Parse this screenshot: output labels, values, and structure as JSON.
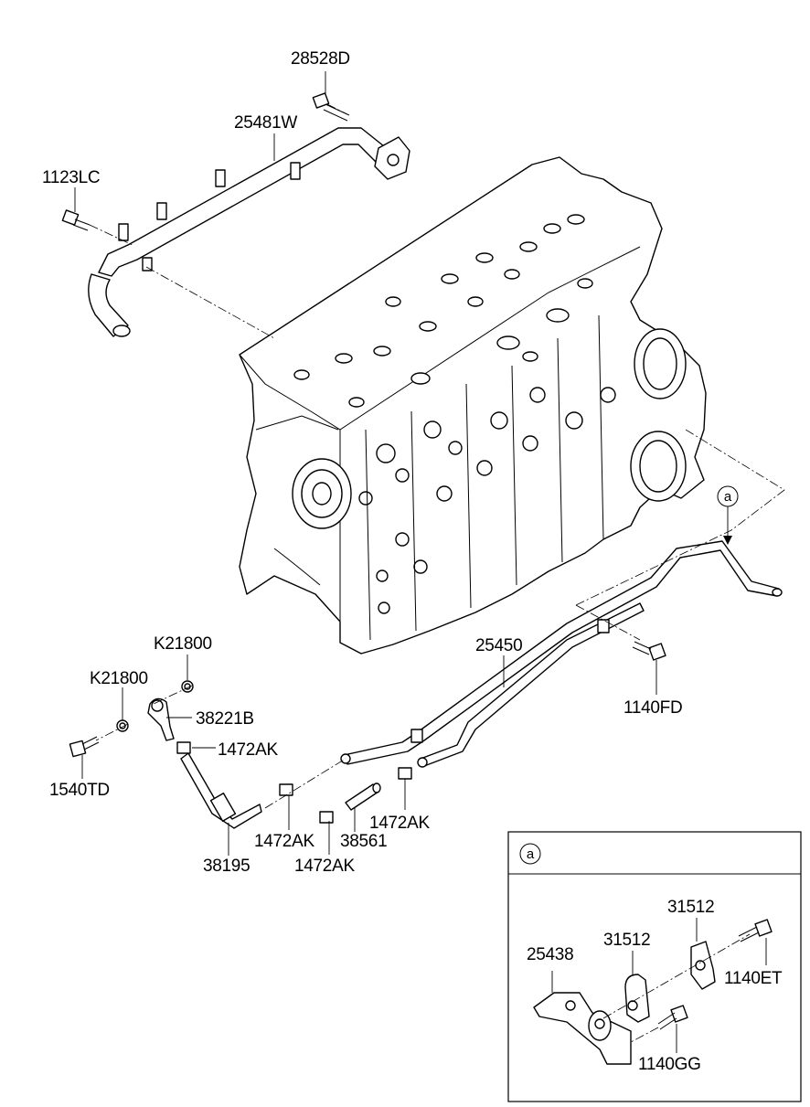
{
  "callouts": {
    "p28528D": "28528D",
    "p25481W": "25481W",
    "p1123LC": "1123LC",
    "pK21800a": "K21800",
    "pK21800b": "K21800",
    "p38221B": "38221B",
    "p1472AK_a": "1472AK",
    "p1540TD": "1540TD",
    "p25450": "25450",
    "p1140FD": "1140FD",
    "p1472AK_b": "1472AK",
    "p38561": "38561",
    "p1472AK_c": "1472AK",
    "p1472AK_d": "1472AK",
    "p38195": "38195"
  },
  "ref_marker": "a",
  "inset": {
    "marker": "a",
    "p31512a": "31512",
    "p31512b": "31512",
    "p25438": "25438",
    "p1140ET": "1140ET",
    "p1140GG": "1140GG"
  }
}
